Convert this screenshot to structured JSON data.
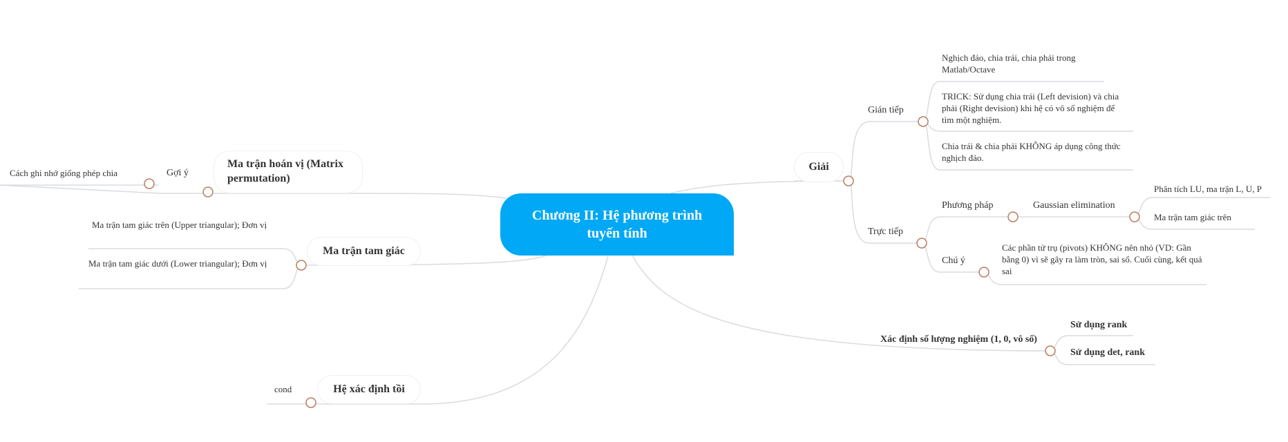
{
  "central_topic": "Chương II: Hệ phương trình tuyến tính",
  "colors": {
    "central_fill": "#00a8f5",
    "line": "#d8dbe0",
    "toggle": "#b87d5e",
    "text": "#333333"
  },
  "left": {
    "permutation": {
      "label": "Ma trận hoán vị (Matrix permutation)",
      "hint": "Gợi ý",
      "hint_detail": "Cách ghi nhớ giống phép chia"
    },
    "triangular": {
      "label": "Ma trận tam giác",
      "upper": "Ma trận tam giác trên (Upper triangular); Đơn vị",
      "lower": "Ma trận tam giác dưới (Lower triangular); Đơn vị"
    },
    "ill_conditioned": {
      "label": "Hệ xác định tồi",
      "child": "cond"
    }
  },
  "right": {
    "solve": {
      "label": "Giải",
      "indirect": {
        "label": "Gián tiếp",
        "items": [
          "Nghịch đảo, chia trái, chia phải trong Matlab/Octave",
          "TRICK: Sử dụng chia trái (Left devision) và chia phải (Right devision) khi hệ có vô số nghiệm để tìm một nghiệm.",
          "Chia trái & chia phải KHÔNG áp dụng công thức nghịch đảo."
        ]
      },
      "direct": {
        "label": "Trực tiếp",
        "method": {
          "label": "Phương pháp",
          "gauss": {
            "label": "Gaussian elimination",
            "items": [
              "Phân tích LU, ma trận L, U, P",
              "Ma trận tam giác trên"
            ]
          }
        },
        "note": {
          "label": "Chú ý",
          "text": "Các phần tử trụ (pivots) KHÔNG nên nhỏ (VD: Gần bằng 0) vì sẽ gây ra làm tròn, sai số. Cuối cùng, kết quả sai"
        }
      }
    },
    "count": {
      "label": "Xác định số lượng nghiệm (1, 0, vô số)",
      "items": [
        "Sử dụng rank",
        "Sử dụng det, rank"
      ]
    }
  }
}
